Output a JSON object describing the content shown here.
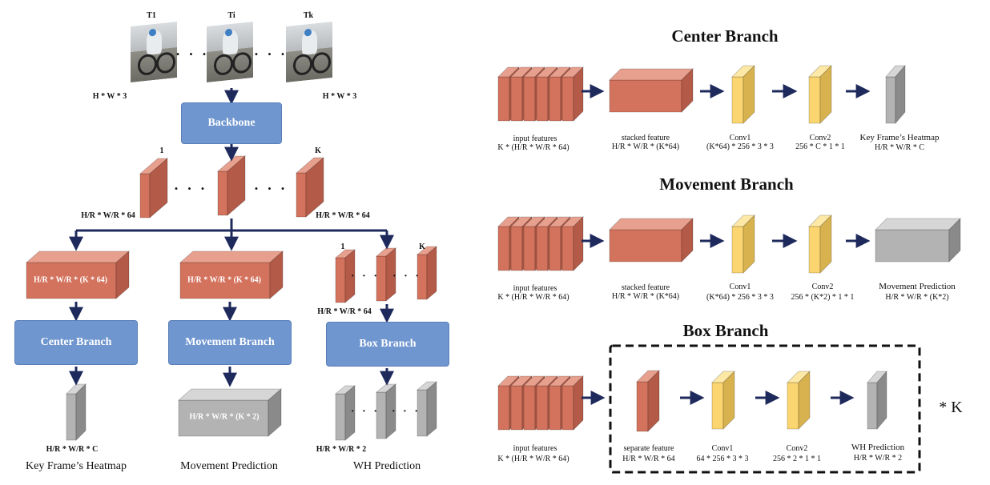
{
  "left": {
    "frames": {
      "t1": "T1",
      "ti": "Ti",
      "tk": "Tk",
      "dim": "H * W * 3",
      "dots": "· · ·"
    },
    "backbone_label": "Backbone",
    "backbone_features": {
      "first": "1",
      "last": "K",
      "dim": "H/R * W/R * 64",
      "dots": "· · ·"
    },
    "stacked_dim": "H/R * W/R * (K * 64)",
    "separate": {
      "first": "1",
      "last": "K",
      "dim": "H/R * W/R  * 64",
      "dots": "· · ·"
    },
    "branches": {
      "center": "Center Branch",
      "movement": "Movement Branch",
      "box": "Box Branch"
    },
    "outputs": {
      "heatmap_dim": "H/R * W/R * C",
      "movement_dim": "H/R * W/R * (K * 2)",
      "wh_dim": "H/R * W/R * 2",
      "heatmap_caption": "Key Frame’s Heatmap",
      "movement_caption": "Movement Prediction",
      "wh_caption": "WH Prediction"
    }
  },
  "right": {
    "center": {
      "title": "Center Branch",
      "input_name": "input features",
      "input_dim": "K * (H/R * W/R * 64)",
      "stacked_name": "stacked feature",
      "stacked_dim": "H/R * W/R * (K*64)",
      "conv1_name": "Conv1",
      "conv1_dim": "(K*64) * 256 * 3 * 3",
      "conv2_name": "Conv2",
      "conv2_dim": "256 * C * 1 * 1",
      "out_name": "Key Frame’s Heatmap",
      "out_dim": "H/R * W/R * C"
    },
    "movement": {
      "title": "Movement Branch",
      "input_name": "input features",
      "input_dim": "K * (H/R * W/R * 64)",
      "stacked_name": "stacked feature",
      "stacked_dim": "H/R * W/R * (K*64)",
      "conv1_name": "Conv1",
      "conv1_dim": "(K*64) * 256 * 3 * 3",
      "conv2_name": "Conv2",
      "conv2_dim": "256 * (K*2) * 1 * 1",
      "out_name": "Movement Prediction",
      "out_dim": "H/R * W/R * (K*2)"
    },
    "box": {
      "title": "Box Branch",
      "input_name": "input features",
      "input_dim": "K * (H/R * W/R * 64)",
      "sep_name": "separate feature",
      "sep_dim": "H/R * W/R * 64",
      "conv1_name": "Conv1",
      "conv1_dim": "64 * 256 * 3 * 3",
      "conv2_name": "Conv2",
      "conv2_dim": "256 * 2 * 1 * 1",
      "out_name": "WH Prediction",
      "out_dim": "H/R * W/R * 2",
      "repeat": "* K"
    }
  },
  "colors": {
    "red_front": "#d4735d",
    "red_top": "#e8a08e",
    "red_side": "#b35a48",
    "yellow_front": "#fbd56f",
    "yellow_top": "#fde8a6",
    "yellow_side": "#d8b24f",
    "gray_front": "#b3b3b3",
    "gray_top": "#d6d6d6",
    "gray_side": "#8a8a8a",
    "arrow": "#1f2a5c",
    "branch_box": "#6f96cf"
  }
}
